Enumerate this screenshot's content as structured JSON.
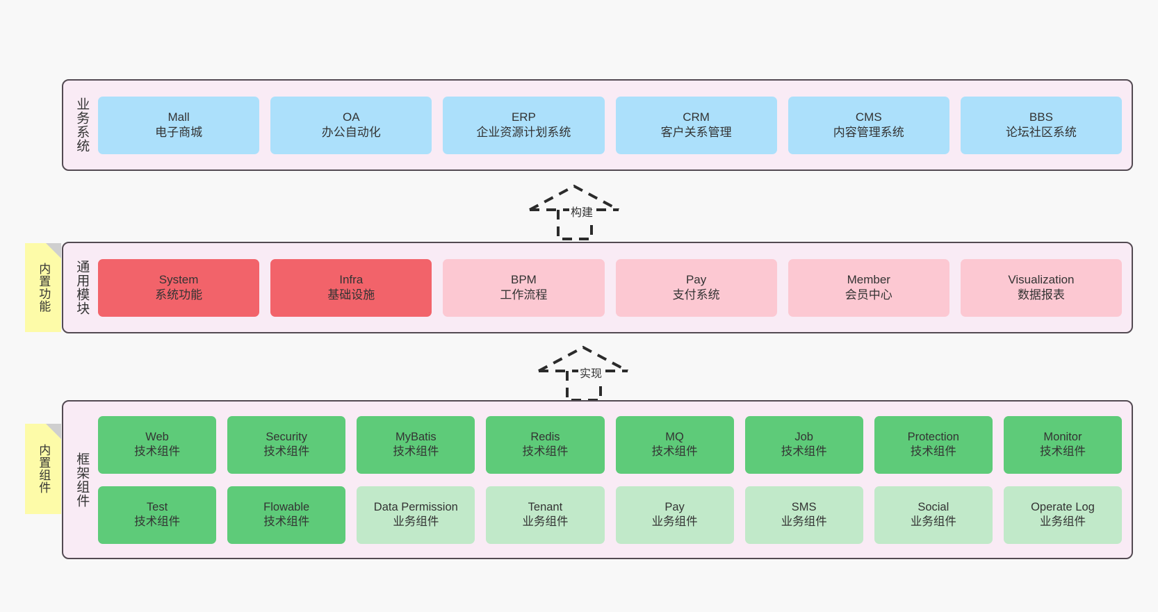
{
  "colors": {
    "canvas": "#f8f8f8",
    "layer_bg": "#f9ebf5",
    "layer_border": "#534a52",
    "blue": "#ace0fb",
    "red": "#f2636a",
    "pink": "#fcc8d2",
    "green": "#5ecb79",
    "light_green": "#c1e9c9",
    "sticky_yellow": "#fdfba8",
    "sticky_fold": "#cfcfcf",
    "text": "#333333"
  },
  "layers": [
    {
      "id": "business",
      "title": "业务系统",
      "rows": [
        {
          "cells": [
            {
              "en": "Mall",
              "cn": "电子商城",
              "color": "blue"
            },
            {
              "en": "OA",
              "cn": "办公自动化",
              "color": "blue"
            },
            {
              "en": "ERP",
              "cn": "企业资源计划系统",
              "color": "blue"
            },
            {
              "en": "CRM",
              "cn": "客户关系管理",
              "color": "blue"
            },
            {
              "en": "CMS",
              "cn": "内容管理系统",
              "color": "blue"
            },
            {
              "en": "BBS",
              "cn": "论坛社区系统",
              "color": "blue"
            }
          ]
        }
      ]
    },
    {
      "id": "common",
      "title": "通用模块",
      "rows": [
        {
          "cells": [
            {
              "en": "System",
              "cn": "系统功能",
              "color": "red"
            },
            {
              "en": "Infra",
              "cn": "基础设施",
              "color": "red"
            },
            {
              "en": "BPM",
              "cn": "工作流程",
              "color": "pink"
            },
            {
              "en": "Pay",
              "cn": "支付系统",
              "color": "pink"
            },
            {
              "en": "Member",
              "cn": "会员中心",
              "color": "pink"
            },
            {
              "en": "Visualization",
              "cn": "数据报表",
              "color": "pink"
            }
          ]
        }
      ]
    },
    {
      "id": "framework",
      "title": "框架组件",
      "rows": [
        {
          "cells": [
            {
              "en": "Web",
              "cn": "技术组件",
              "color": "green"
            },
            {
              "en": "Security",
              "cn": "技术组件",
              "color": "green"
            },
            {
              "en": "MyBatis",
              "cn": "技术组件",
              "color": "green"
            },
            {
              "en": "Redis",
              "cn": "技术组件",
              "color": "green"
            },
            {
              "en": "MQ",
              "cn": "技术组件",
              "color": "green"
            },
            {
              "en": "Job",
              "cn": "技术组件",
              "color": "green"
            },
            {
              "en": "Protection",
              "cn": "技术组件",
              "color": "green"
            },
            {
              "en": "Monitor",
              "cn": "技术组件",
              "color": "green"
            }
          ]
        },
        {
          "cells": [
            {
              "en": "Test",
              "cn": "技术组件",
              "color": "green"
            },
            {
              "en": "Flowable",
              "cn": "技术组件",
              "color": "green"
            },
            {
              "en": "Data Permission",
              "cn": "业务组件",
              "color": "light_green"
            },
            {
              "en": "Tenant",
              "cn": "业务组件",
              "color": "light_green"
            },
            {
              "en": "Pay",
              "cn": "业务组件",
              "color": "light_green"
            },
            {
              "en": "SMS",
              "cn": "业务组件",
              "color": "light_green"
            },
            {
              "en": "Social",
              "cn": "业务组件",
              "color": "light_green"
            },
            {
              "en": "Operate Log",
              "cn": "业务组件",
              "color": "light_green"
            }
          ]
        }
      ]
    }
  ],
  "arrows": [
    {
      "id": "build",
      "label": "构建"
    },
    {
      "id": "implement",
      "label": "实现"
    }
  ],
  "stickies": [
    {
      "id": "common",
      "label": "内置功能"
    },
    {
      "id": "framework",
      "label": "内置组件"
    }
  ]
}
